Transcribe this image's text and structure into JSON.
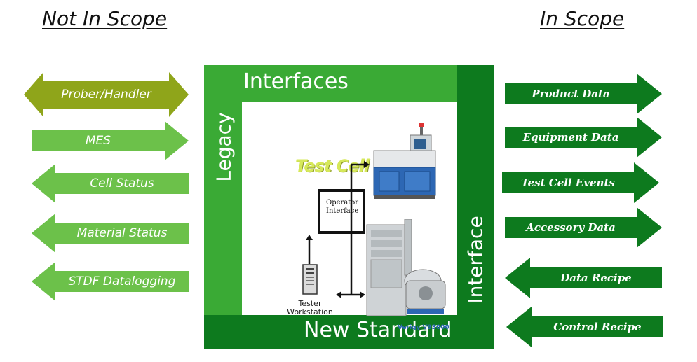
{
  "headings": {
    "not_in_scope": "Not In Scope",
    "in_scope": "In Scope"
  },
  "colors": {
    "olive": "#8fa51a",
    "light_green": "#6cc14a",
    "dark_green": "#0d7a1e",
    "frame_green": "#3aaa35"
  },
  "left_arrows": [
    {
      "label": "Prober/Handler",
      "direction": "both",
      "color": "#8fa51a"
    },
    {
      "label": "MES",
      "direction": "right",
      "color": "#6cc14a"
    },
    {
      "label": "Cell Status",
      "direction": "left",
      "color": "#6cc14a"
    },
    {
      "label": "Material Status",
      "direction": "left",
      "color": "#6cc14a"
    },
    {
      "label": "STDF Datalogging",
      "direction": "left",
      "color": "#6cc14a"
    }
  ],
  "right_arrows": [
    {
      "label": "Product Data",
      "direction": "right",
      "color": "#0d7a1e"
    },
    {
      "label": "Equipment Data",
      "direction": "right",
      "color": "#0d7a1e"
    },
    {
      "label": "Test Cell Events",
      "direction": "right",
      "color": "#0d7a1e"
    },
    {
      "label": "Accessory Data",
      "direction": "right",
      "color": "#0d7a1e"
    },
    {
      "label": "Data Recipe",
      "direction": "left",
      "color": "#0d7a1e"
    },
    {
      "label": "Control Recipe",
      "direction": "left",
      "color": "#0d7a1e"
    }
  ],
  "frame": {
    "top_label": "Interfaces",
    "left_label": "Legacy",
    "right_label": "Interface",
    "bottom_label": "New Standard"
  },
  "cell": {
    "title": "Test Cell",
    "operator_line1": "Operator",
    "operator_line2": "Interface",
    "tester_line1": "Tester",
    "tester_line2": "Workstation",
    "equipment_caption": "Verigy V93000"
  }
}
